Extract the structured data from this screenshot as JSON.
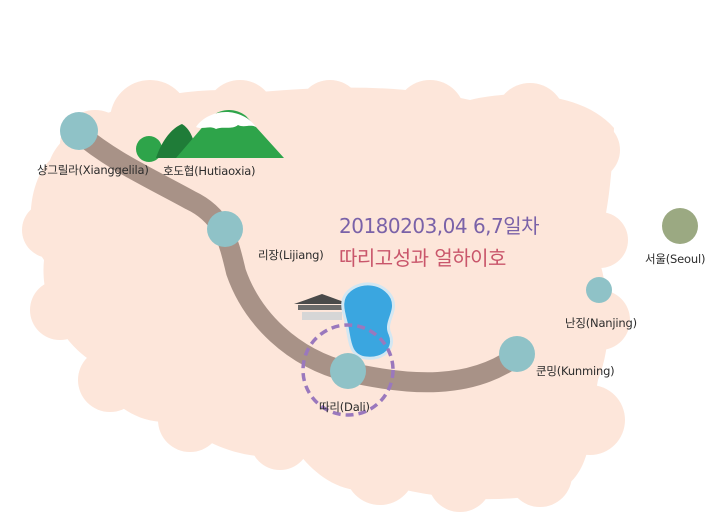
{
  "title": {
    "line1": "20180203,04 6,7일차",
    "line2": "따리고성과 얼하이호"
  },
  "places": {
    "shangrila": "샹그릴라(Xianggelila)",
    "hutiaoxia": "호도협(Hutiaoxia)",
    "lijiang": "리장(Lijiang)",
    "dali": "따리(Dali)",
    "kunming": "쿤밍(Kunming)",
    "nanjing": "난징(Nanjing)",
    "seoul": "서울(Seoul)"
  },
  "colors": {
    "region": "#fde6da",
    "route": "#a89287",
    "city_marker": "#8fc2c7",
    "seoul_marker": "#9ba982",
    "lake": "#3aa6e0",
    "mountain": "#2ea44a",
    "highlight_circle": "#9a78bd",
    "title_line1": "#7a62a8",
    "title_line2": "#c9566b"
  },
  "icons": {
    "mountain": "mountain-icon",
    "lake": "lake-icon",
    "ancient_town": "pagoda-roof-icon"
  }
}
